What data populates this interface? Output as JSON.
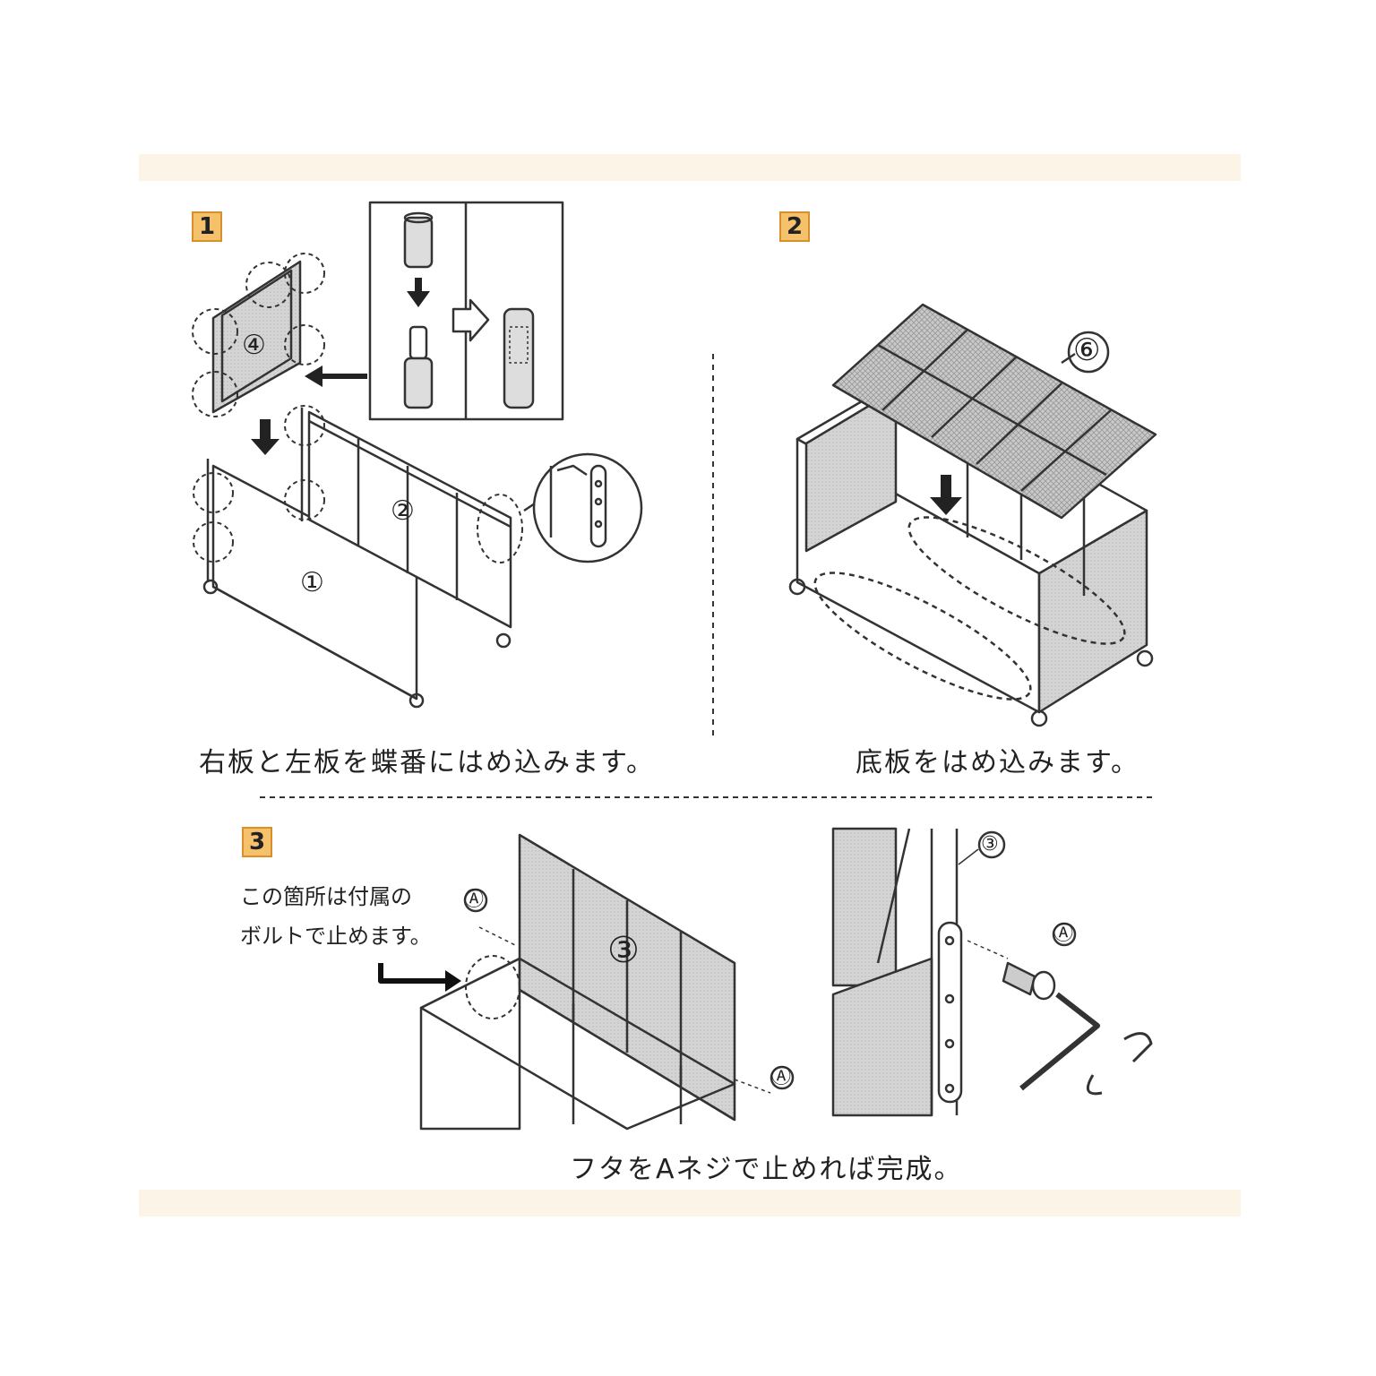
{
  "steps": [
    {
      "number": "1",
      "caption": "右板と左板を蝶番にはめ込みます。",
      "part_labels": [
        "④",
        "②",
        "①"
      ]
    },
    {
      "number": "2",
      "caption": "底板をはめ込みます。",
      "part_labels": [
        "⑥"
      ]
    },
    {
      "number": "3",
      "caption": "フタをAネジで止めれば完成。",
      "note_lines": [
        "この箇所は付属の",
        "ボルトで止めます。"
      ],
      "part_labels": [
        "③",
        "③"
      ],
      "screw_labels": [
        "Ⓐ",
        "Ⓐ",
        "Ⓐ"
      ]
    }
  ]
}
